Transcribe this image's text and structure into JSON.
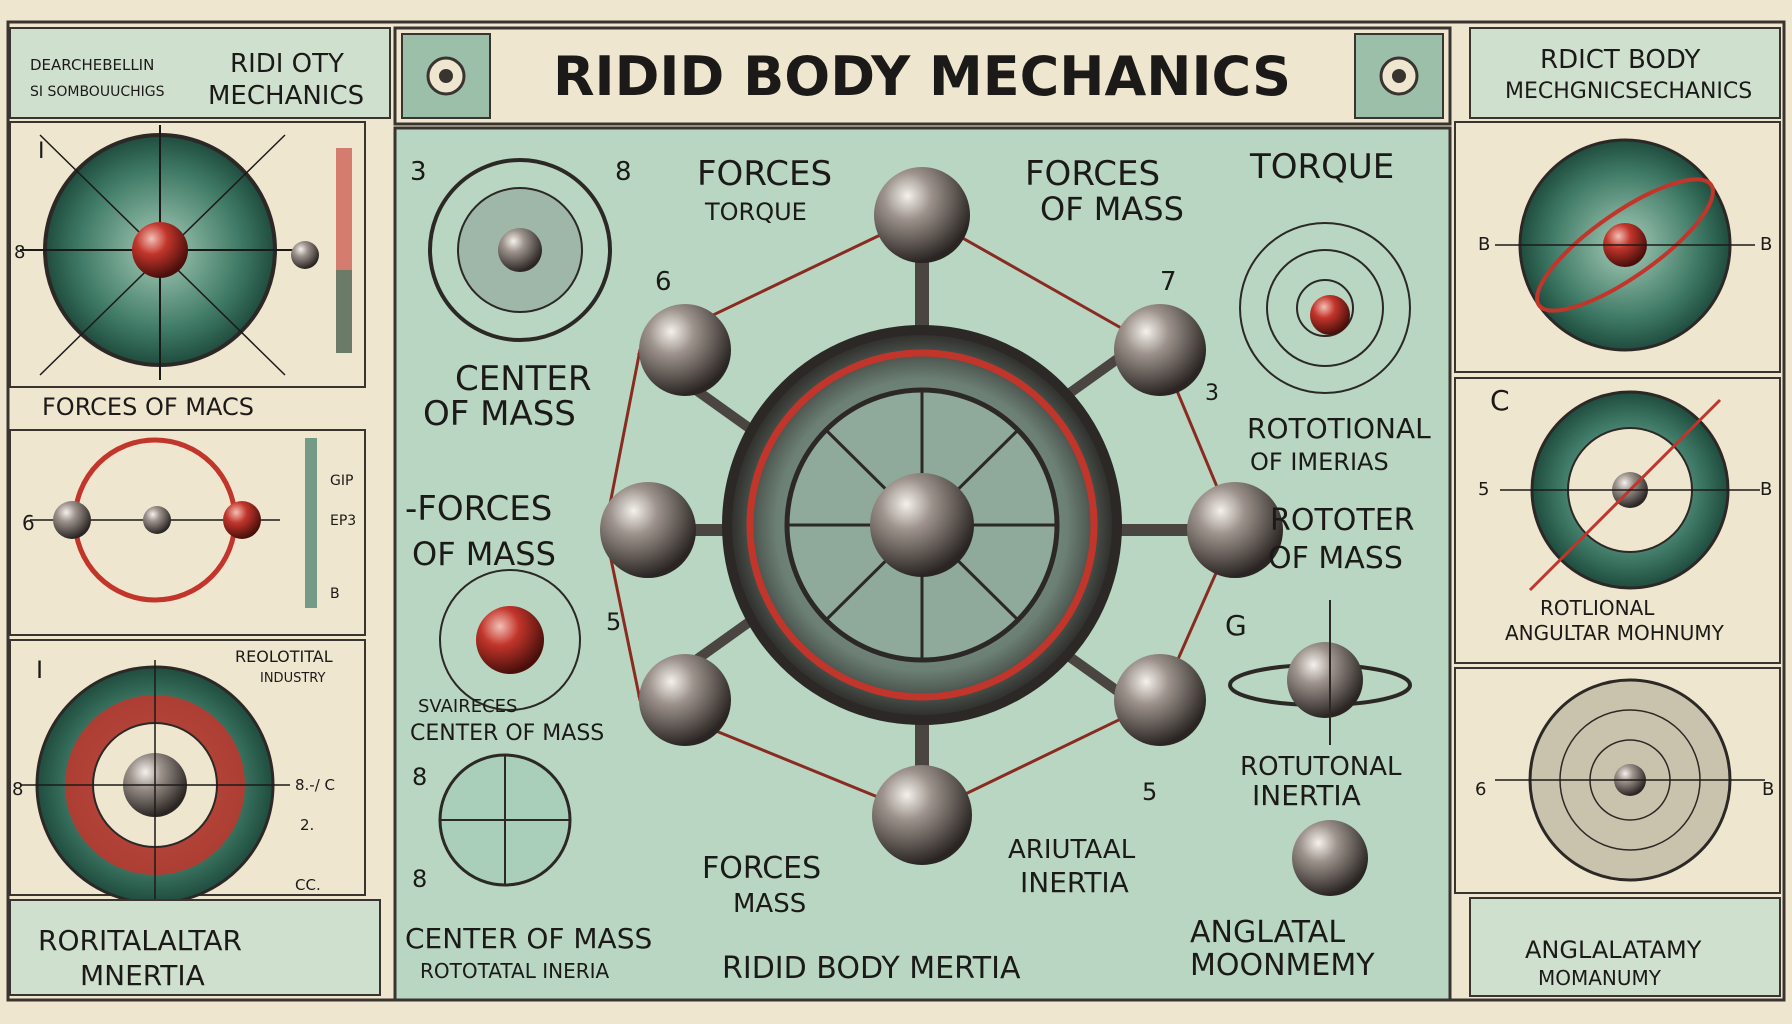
{
  "title": "RIDID BODY MECHANICS",
  "colors": {
    "paper": "#efe6cf",
    "mint": "#b9d6c2",
    "panel_green": "#a9cfba",
    "ink": "#1c1a18",
    "accent_red": "#c2352b",
    "teal_disc": "#3f7a66",
    "metal": "#6b6460"
  },
  "left_panel": {
    "header_small": "DEARCHEBELLIN",
    "header_small2": "SI SOMBOUUCHIGS",
    "header_big1": "RIDI OTY",
    "header_big2": "MECHANICS",
    "marker_top": "I",
    "marker_side": "8",
    "caption1": "FORCES OF MACS",
    "ruler_labels": [
      "GIP",
      "EP3",
      "B"
    ],
    "marker_6": "6",
    "marker_bottom_top": "I",
    "block_title1": "REOLOTITAL",
    "block_title2": "INDUSTRY",
    "marker_bottom_side": "8",
    "vals": [
      "8.-/ C",
      "2.",
      "CC."
    ],
    "bottom1": "RORITALALTAR",
    "bottom2": "MNERTIA"
  },
  "center": {
    "num_3": "3",
    "num_8a": "8",
    "forces_1": "FORCES",
    "torque_small": "TORQUE",
    "forces_2": "FORCES",
    "of_mass_1": "OF MASS",
    "num_6": "6",
    "num_7": "7",
    "center_mass_1a": "CENTER",
    "center_mass_1b": "OF MASS",
    "forces_3a": "-FORCES",
    "forces_3b": "OF MASS",
    "num_5a": "5",
    "small_garble": "SVAIRECES",
    "center_mass_2": "CENTER OF MASS",
    "num_8b": "8",
    "num_8c": "8",
    "forces_mass_a": "FORCES",
    "forces_mass_b": "MASS",
    "center_mass_3": "CENTER OF MASS",
    "rotatal": "ROTOTATAL INERIA",
    "bottom_banner": "RIDID BODY MERTIA",
    "torque_big": "TORQUE",
    "num_3b": "3",
    "rot_inertia_a": "ROTOTIONAL",
    "rot_inertia_b": "OF IMERIAS",
    "rototer_a": "ROTOTER",
    "rototer_b": "OF MASS",
    "num_g": "G",
    "rotutonal_a": "ROTUTONAL",
    "rotutonal_b": "INERTIA",
    "num_5b": "5",
    "arutaal_a": "ARIUTAAL",
    "arutaal_b": "INERTIA",
    "anglatal_a": "ANGLATAL",
    "anglatal_b": "MOONMEMY"
  },
  "right_panel": {
    "header1": "RDICT  BODY",
    "header2": "MECHGNICSECHANICS",
    "marker_b1": "B",
    "marker_b2": "B",
    "marker_c": "C",
    "marker_5": "5",
    "marker_b3": "B",
    "rot_a": "ROTLIONAL",
    "rot_b": "ANGULTAR MOHNUMY",
    "marker_6": "6",
    "marker_b4": "B",
    "bottom_a": "ANGLALATAMY",
    "bottom_b": "MOMANUMY"
  }
}
